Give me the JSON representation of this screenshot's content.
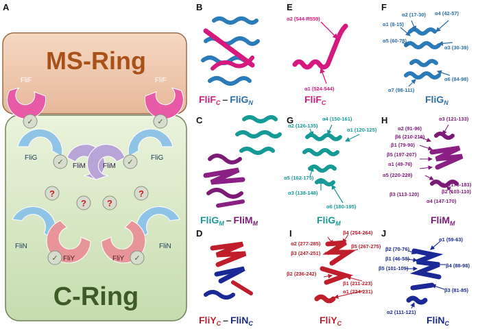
{
  "panels": {
    "A": {
      "letter": "A",
      "ms_ring": "MS-Ring",
      "c_ring": "C-Ring",
      "proteins": {
        "flif_left": "FliF",
        "flif_right": "FliF",
        "flig_left": "FliG",
        "flig_right": "FliG",
        "flim_left": "FliM",
        "flim_right": "FliM",
        "flin_left": "FliN",
        "flin_right": "FliN",
        "fliy_left": "FliY",
        "fliy_right": "FliY"
      },
      "check": "✓",
      "question": "?"
    },
    "B": {
      "letter": "B",
      "t1": "FliF",
      "s1": "C",
      "dash": "–",
      "t2": "FliG",
      "s2": "N"
    },
    "C": {
      "letter": "C",
      "t1": "FliG",
      "s1": "M",
      "dash": "–",
      "t2": "FliM",
      "s2": "M"
    },
    "D": {
      "letter": "D",
      "t1": "FliY",
      "s1": "C",
      "dash": "–",
      "t2": "FliN",
      "s2": "C"
    },
    "E": {
      "letter": "E",
      "t1": "FliF",
      "s1": "C",
      "labels": [
        "α2 (544-R559)",
        "α1 (524-544)"
      ]
    },
    "F": {
      "letter": "F",
      "t1": "FliG",
      "s1": "N",
      "labels": [
        "α2 (17-30)",
        "α4 (42-57)",
        "α1 (8-15)",
        "α5 (60-78)",
        "α3 (30-39)",
        "α6 (84-98)",
        "α7 (98-111)"
      ]
    },
    "G": {
      "letter": "G",
      "t1": "FliG",
      "s1": "M",
      "labels": [
        "α4 (150-161)",
        "α2 (126-135)",
        "α1 (120-125)",
        "α5 (162-175)",
        "α3 (138-148)",
        "α6 (180-195)"
      ]
    },
    "H": {
      "letter": "H",
      "t1": "FliM",
      "s1": "M",
      "labels": [
        "α3 (121-133)",
        "α2 (91-96)",
        "β6 (210-219)",
        "β1 (79-90)",
        "β5 (197-207)",
        "α1 (49-76)",
        "α5 (220-228)",
        "β4 (176-183)",
        "β2 (103-110)",
        "β3 (113-120)",
        "α4 (147-170)"
      ]
    },
    "I": {
      "letter": "I",
      "t1": "FliY",
      "s1": "C",
      "labels": [
        "α2 (277-285)",
        "β4 (254-264)",
        "β3 (247-251)",
        "β5 (267-275)",
        "β2 (236-242)",
        "β1 (211-223)",
        "α1 (224-231)"
      ]
    },
    "J": {
      "letter": "J",
      "t1": "FliN",
      "s1": "C",
      "labels": [
        "α1 (59-63)",
        "β2 (70-76)",
        "β1 (46-58)",
        "β4 (88-98)",
        "β5 (101-109)",
        "β3 (81-85)",
        "α2 (111-121)"
      ]
    }
  },
  "colors": {
    "flif": "#d6197e",
    "flig": "#2b6ea8",
    "flig_m": "#169a96",
    "flim": "#7d1a78",
    "fliy": "#c01e2b",
    "flin": "#1a2996",
    "ms_ring": "#a8521a",
    "c_ring": "#3e5a26"
  }
}
